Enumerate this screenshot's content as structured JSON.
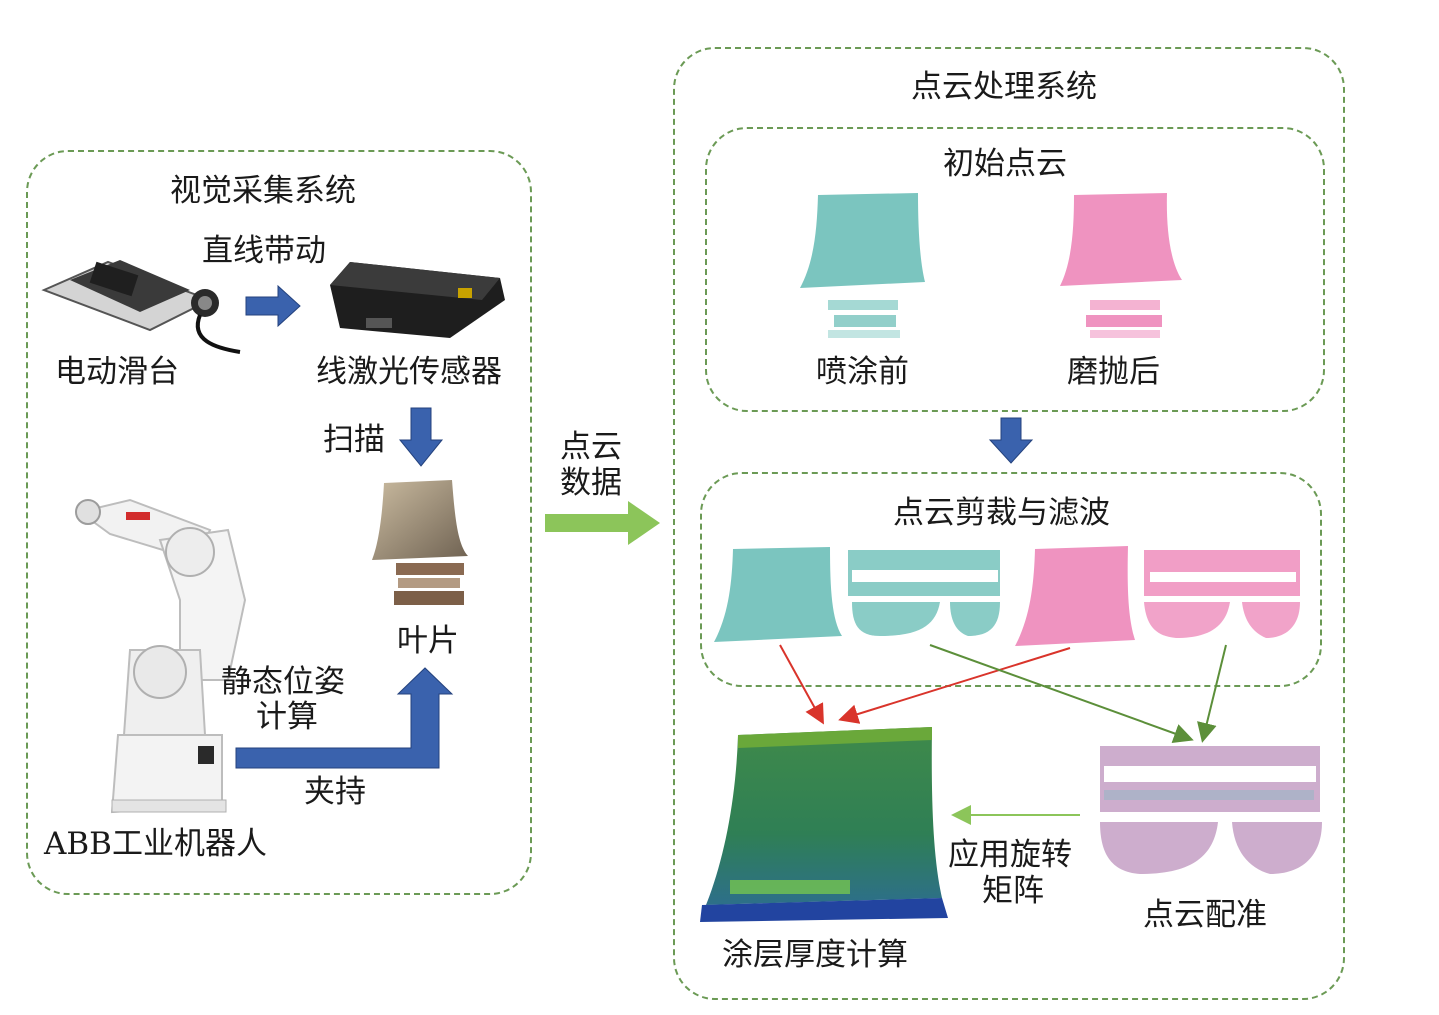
{
  "vision": {
    "title": "视觉采集系统",
    "slide_to_sensor": "直线带动",
    "slide": "电动滑台",
    "sensor": "线激光传感器",
    "scan": "扫描",
    "blade": "叶片",
    "robot": "ABB工业机器人",
    "pose_line1": "静态位姿",
    "pose_line2": "计算",
    "clamp": "夹持"
  },
  "transfer": {
    "line1": "点云",
    "line2": "数据"
  },
  "processing": {
    "title": "点云处理系统",
    "initial": {
      "title": "初始点云",
      "before": "喷涂前",
      "after": "磨抛后"
    },
    "crop": {
      "title": "点云剪裁与滤波"
    },
    "thickness": "涂层厚度计算",
    "rotation_line1": "应用旋转",
    "rotation_line2": "矩阵",
    "registration": "点云配准"
  },
  "colors": {
    "dashed_border": "#6b9a55",
    "blue_arrow": "#3a62ad",
    "green_arrow": "#8cc55a",
    "teal_cloud": "#6dbfb8",
    "pink_cloud": "#ef93c0",
    "red_arrow": "#d9342b",
    "olive_arrow": "#5c8f3a"
  }
}
